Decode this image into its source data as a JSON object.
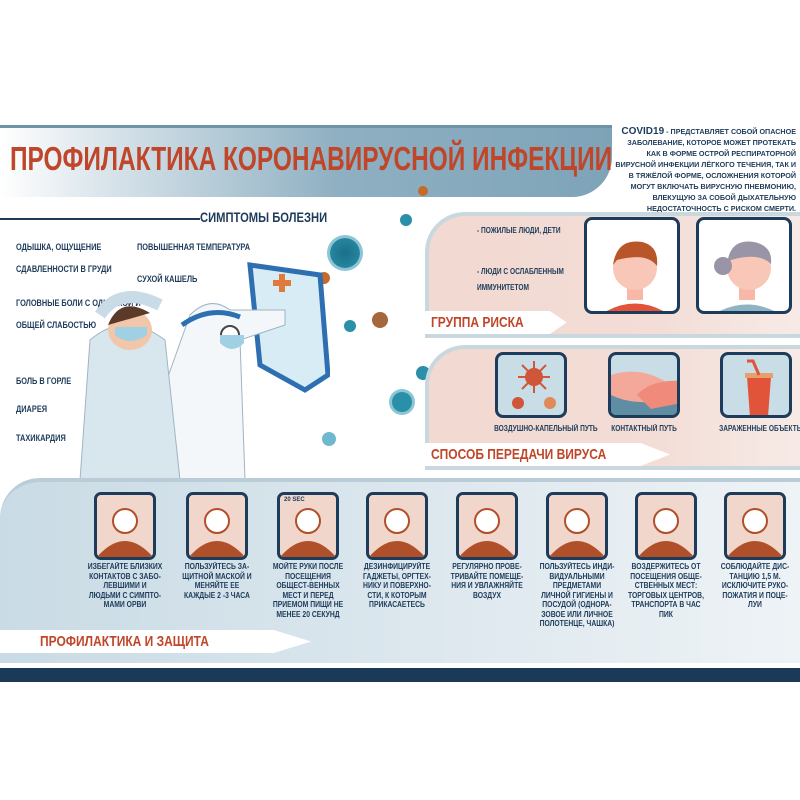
{
  "header": {
    "title": "ПРОФИЛАКТИКА КОРОНАВИРУСНОЙ ИНФЕКЦИИ"
  },
  "intro": {
    "lead": "COVID19",
    "text": " - ПРЕДСТАВЛЯЕТ  СОБОЙ ОПАСНОЕ ЗАБОЛЕВАНИЕ, КОТОРОЕ МОЖЕТ ПРОТЕКАТЬ КАК В ФОРМЕ ОСТРОЙ РЕСПИРАТОРНОЙ ВИРУСНОЙ ИНФЕКЦИИ ЛЁГКОГО ТЕЧЕНИЯ, ТАК И В ТЯЖЁЛОЙ ФОРМЕ, ОСЛОЖНЕНИЯ КОТОРОЙ МОГУТ ВКЛЮЧАТЬ ВИРУСНУЮ ПНЕВМОНИЮ, ВЛЕКУЩУЮ ЗА СОБОЙ ДЫХАТЕЛЬНУЮ НЕДОСТАТОЧНОСТЬ С РИСКОМ СМЕРТИ."
  },
  "symptoms": {
    "title": "СИМПТОМЫ БОЛЕЗНИ",
    "items": [
      "ОДЫШКА, ОЩУЩЕНИЕ",
      "СДАВЛЕННОСТИ В ГРУДИ",
      "ГОЛОВНЫЕ БОЛИ С ОДЫШКОЙ И",
      "ОБЩЕЙ СЛАБОСТЬЮ",
      "БОЛЬ В ГОРЛЕ",
      "ДИАРЕЯ",
      "ТАХИКАРДИЯ",
      "ПОВЫШЕННАЯ ТЕМПЕРАТУРА",
      "СУХОЙ КАШЕЛЬ"
    ]
  },
  "risk": {
    "title": "ГРУППА РИСКА",
    "items": [
      "- ПОЖИЛЫЕ ЛЮДИ, ДЕТИ",
      "- ЛЮДИ С ОСЛАБЛЕННЫМ",
      "ИММУНИТЕТОМ"
    ],
    "icons": [
      "child-face-icon",
      "elderly-woman-face-icon"
    ]
  },
  "transmission": {
    "title": "СПОСОБ ПЕРЕДАЧИ ВИРУСА",
    "items": [
      {
        "label": "ВОЗДУШНО-КАПЕЛЬНЫЙ ПУТЬ",
        "icon": "virus-droplets-icon"
      },
      {
        "label": "КОНТАКТНЫЙ ПУТЬ",
        "icon": "handshake-icon"
      },
      {
        "label": "ЗАРАЖЕННЫЕ ОБЪЕКТЫ",
        "icon": "cup-icon"
      }
    ]
  },
  "prevention": {
    "title": "ПРОФИЛАКТИКА И ЗАЩИТА",
    "items": [
      {
        "text": "ИЗБЕГАЙТЕ БЛИЗКИХ КОНТАКТОВ С ЗАБО-ЛЕВШИМИ И ЛЮДЬМИ С СИМПТО-МАМИ ОРВИ",
        "icon": "crowd-warning-icon"
      },
      {
        "text": "ПОЛЬЗУЙТЕСЬ ЗА-ЩИТНОЙ МАСКОЙ  И МЕНЯЙТЕ ЕЕ КАЖДЫЕ 2 -3 ЧАСА",
        "icon": "face-mask-icon"
      },
      {
        "text": "МОЙТЕ РУКИ ПОСЛЕ ПОСЕЩЕНИЯ ОБЩЕСТ-ВЕННЫХ МЕСТ И ПЕРЕД ПРИЕМОМ ПИЩИ НЕ МЕНЕЕ 20 СЕКУНД",
        "icon": "hand-wash-icon",
        "badge": "20 SEC"
      },
      {
        "text": "ДЕЗИНФИЦИРУЙТЕ ГАДЖЕТЫ, ОРГТЕХ-НИКУ И ПОВЕРХНО-СТИ, К КОТОРЫМ ПРИКАСАЕТЕСЬ",
        "icon": "disinfect-spray-icon"
      },
      {
        "text": "РЕГУЛЯРНО ПРОВЕ-ТРИВАЙТЕ ПОМЕЩЕ-НИЯ И УВЛАЖНЯЙТЕ ВОЗДУХ",
        "icon": "humidifier-window-icon"
      },
      {
        "text": "ПОЛЬЗУЙТЕСЬ ИНДИ-ВИДУАЛЬНЫМИ ПРЕДМЕТАМИ ЛИЧНОЙ ГИГИЕНЫ И ПОСУДОЙ (ОДНОРА-ЗОВОЕ ИЛИ ЛИЧНОЕ ПОЛОТЕНЦЕ, ЧАШКА)",
        "icon": "towel-icon"
      },
      {
        "text": "ВОЗДЕРЖИТЕСЬ ОТ ПОСЕЩЕНИЯ ОБЩЕ-СТВЕННЫХ МЕСТ: ТОРГОВЫХ ЦЕНТРОВ, ТРАНСПОРТА В ЧАС ПИК",
        "icon": "stay-home-icon"
      },
      {
        "text": "СОБЛЮДАЙТЕ ДИС-ТАНЦИЮ 1,5 М. ИСКЛЮЧИТЕ РУКО-ПОЖАТИЯ И ПОЦЕ-ЛУИ",
        "icon": "social-distance-icon"
      }
    ]
  },
  "colors": {
    "accent": "#c0462a",
    "navy": "#1d3b5a",
    "pink": "#f2d9d1",
    "lightblue": "#c9dbe5",
    "virus_teal": "#2a8fa8",
    "virus_orange": "#c46a2a"
  }
}
